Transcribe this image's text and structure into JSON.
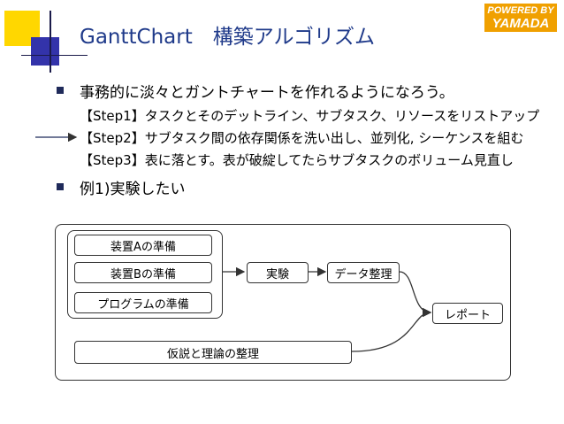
{
  "slide": {
    "title": "GanttChart　構築アルゴリズム",
    "badge_top": "POWERED BY",
    "badge_bottom": "YAMADA"
  },
  "bullets": [
    {
      "text": "事務的に淡々とガントチャートを作れるようになろう。"
    },
    {
      "text": "例1)実験したい"
    }
  ],
  "steps": [
    "【Step1】タスクとそのデットライン、サブタスク、リソースをリストアップ",
    "【Step2】サブタスク間の依存関係を洗い出し、並列化, シーケンスを組む",
    "【Step3】表に落とす。表が破綻してたらサブタスクのボリューム見直し"
  ],
  "diagram": {
    "nodes": {
      "prepA": "装置Aの準備",
      "prepB": "装置Bの準備",
      "program": "プログラムの準備",
      "experiment": "実験",
      "data": "データ整理",
      "report": "レポート",
      "theory": "仮説と理論の整理"
    }
  },
  "colors": {
    "title": "#1f3a8a",
    "badge": "#f0a000",
    "accent_yellow": "#ffd700",
    "accent_blue": "#3333aa"
  }
}
